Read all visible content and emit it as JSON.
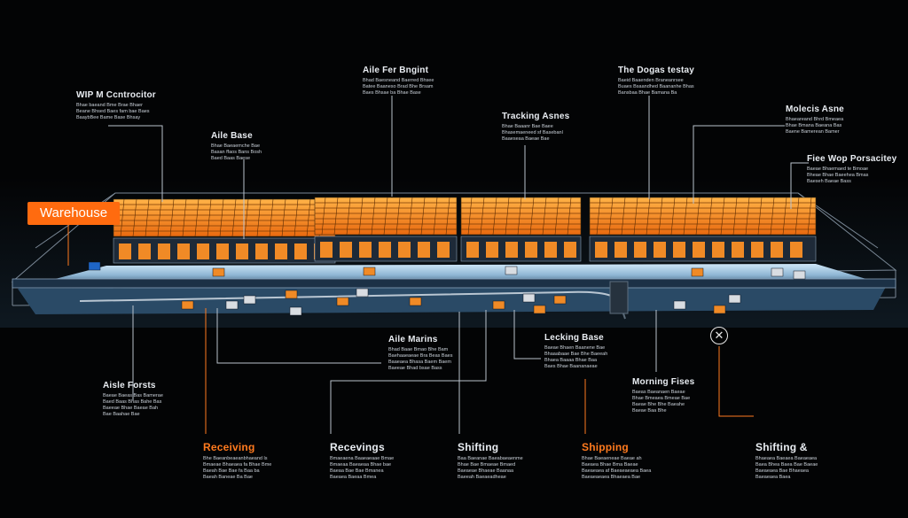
{
  "colors": {
    "accent": "#ff6b0f",
    "line": "#a8b2bc",
    "background": "#030405"
  },
  "warehouse_button": {
    "label": "Warehouse"
  },
  "close_button": {
    "icon": "close-icon",
    "glyph": "✕"
  },
  "top_labels": [
    {
      "id": "wip",
      "title": "WIP M Ccntrocitor",
      "desc": "Bhae baeand Bme Brae Bhaer\nBeane Bhsed Baes fam bae Baes\nBaaybBee Bame    Base Bhsay"
    },
    {
      "id": "aisle-base",
      "title": "Aile Base",
      "desc": "Bhae Baeaemche Bae\nBasan ffaos Bans Bosh\nBaed Baas Baese"
    },
    {
      "id": "aisle-freight",
      "title": "Aile Fer Bngint",
      "desc": "Bhad Baesneand Baerred Bhsee\nBatee Baaneso Brad Bhe Brsam\nBaes Bhsae ba Bhae Base"
    },
    {
      "id": "tracking",
      "title": "Tracking Asnes",
      "desc": "Bhae Baaanr Bae Baee\nBhasemaeneed sf Basebanl\nBaaeseaa Baeae Bae"
    },
    {
      "id": "dogas",
      "title": "The Dogas testay",
      "desc": "Baeid Baaenden Braneanrsee\nBuaes Bsaandhed Baananhe Bhas\nBansbaa Bhae Bamana Ba"
    },
    {
      "id": "molecis",
      "title": "Molecis Asne",
      "desc": "Bhaeareand Bhrd Bmeaea\nBhae Bmana Baeana Bas\nBaene Bamerean Bamer"
    },
    {
      "id": "flow-wop",
      "title": "Fiee Wop Porsacitey",
      "desc": "Baeae Bhaemaed te Bmoae\nBheae Bhae Baeehea Bmas\nBaeseh Baeae Bass"
    }
  ],
  "mid_labels": [
    {
      "id": "aisle-marins",
      "title": "Aile Marins",
      "desc": "Bhad Baae Bmao Bhe Bam\nBaehaaeaeae Bra Beas Baes\nBaaeaea Bhasa Baem Baem\nBaeeae Bhad bsae Bass"
    },
    {
      "id": "locking",
      "title": "Lecking Base",
      "desc": "Baeae Bhaen Baanene Bae\nBhaaabaae Bae Bhe Baeeah\nBhaea Baaaa Bhae Baa\nBaes Bhae Baananaeae"
    },
    {
      "id": "aisle-forsts",
      "title": "Aisle Forsts",
      "desc": "Baeae Baeas Bas Bamerae\nBaed Baas Bhas Bahe Bas\nBaeeae Bhae Baeae Bah\nBae Baahae Bae"
    },
    {
      "id": "morning",
      "title": "Morning Fises",
      "desc": "Baeas Baeanaen Baeae\nBhae Bmeaea Bmeae Bae\nBaeae Bhe Bhe Baeahe\nBaeae Baa Bhe"
    }
  ],
  "bottom_labels": [
    {
      "id": "receiving",
      "title": "Receiving",
      "orange": true,
      "desc": "Bhe Baeanbeaeanbhaeand ls\nBmaeae Bhaeaea fa Bhae Bme\nBaeah Bae Bae fa Baa ba\nBaeah Baneae Ba Bae"
    },
    {
      "id": "receivings",
      "title": "Recevings",
      "orange": false,
      "desc": "Bmaeaena Baaeaeaae Bmae\nBmaeaa Baeaeaa Bhae bae\nBaeaa Bae Bae Bmanea\nBaeaea Baeaa Bmea"
    },
    {
      "id": "shifting",
      "title": "Shifting",
      "orange": false,
      "desc": "Baa Baeanae Baeabaeaenme\nBhae Bae Bmaeae Bmaed\nBaeaeae Bhaeae Baanaa\nBaeeah Baeaeadheae"
    },
    {
      "id": "shipping",
      "title": "Shipping",
      "orange": true,
      "desc": "Bhae Baeaeneae Baeae ah\nBaeaea Bhae Bma Baeae\nBaeaeaea af Baeaeaeaea Baea\nBaeaeaeaea Bhaeaea Bae"
    },
    {
      "id": "shifting-2",
      "title": "Shifting &",
      "orange": false,
      "desc": "Bhaeaea Baeaea Baeaeaea\nBaea Bhea Baea Bae Baeae\nBaeaeaea Bae Bhaeaea\nBaeaeaea Baea"
    }
  ]
}
